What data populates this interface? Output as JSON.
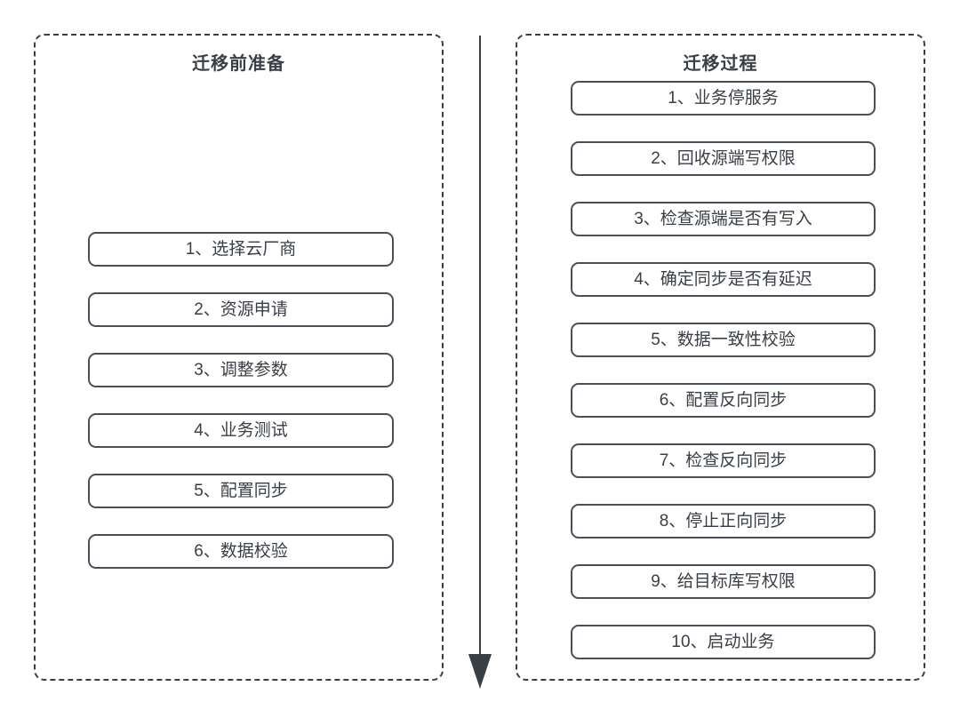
{
  "diagram": {
    "title_left": "迁移前准备",
    "title_right": "迁移过程",
    "connector": {
      "name": "downward-flow-arrow",
      "direction": "down",
      "color": "#3a3f45"
    },
    "panels": [
      {
        "id": "pre-migration-preparation",
        "title": "迁移前准备",
        "steps": [
          {
            "index": 1,
            "label": "1、选择云厂商"
          },
          {
            "index": 2,
            "label": "2、资源申请"
          },
          {
            "index": 3,
            "label": "3、调整参数"
          },
          {
            "index": 4,
            "label": "4、业务测试"
          },
          {
            "index": 5,
            "label": "5、配置同步"
          },
          {
            "index": 6,
            "label": "6、数据校验"
          }
        ]
      },
      {
        "id": "migration-process",
        "title": "迁移过程",
        "steps": [
          {
            "index": 1,
            "label": "1、业务停服务"
          },
          {
            "index": 2,
            "label": "2、回收源端写权限"
          },
          {
            "index": 3,
            "label": "3、检查源端是否有写入"
          },
          {
            "index": 4,
            "label": "4、确定同步是否有延迟"
          },
          {
            "index": 5,
            "label": "5、数据一致性校验"
          },
          {
            "index": 6,
            "label": "6、配置反向同步"
          },
          {
            "index": 7,
            "label": "7、检查反向同步"
          },
          {
            "index": 8,
            "label": "8、停止正向同步"
          },
          {
            "index": 9,
            "label": "9、给目标库写权限"
          },
          {
            "index": 10,
            "label": "10、启动业务"
          }
        ]
      }
    ],
    "colors": {
      "stroke": "#3a3f45",
      "box_border": "#4a4f57",
      "text": "#3a3f45",
      "background": "#ffffff"
    }
  }
}
